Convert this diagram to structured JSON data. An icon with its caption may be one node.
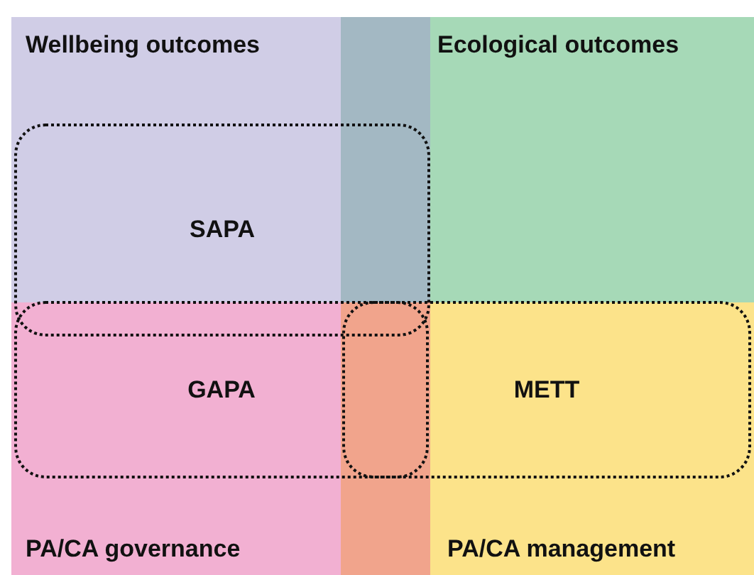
{
  "diagram": {
    "nodes": [
      {
        "text": [
          "Wellbeing outcomes"
        ]
      },
      {
        "text": [],
        "shape": "box"
      },
      {
        "text": [
          "Ecological outcomes"
        ]
      },
      {
        "text": [
          "SAPA"
        ]
      },
      {
        "text": [
          "GAPA"
        ]
      },
      {
        "text": [
          "METT"
        ]
      },
      {
        "text": [
          "PA/CA governance"
        ]
      },
      {
        "text": [],
        "shape": "box"
      },
      {
        "text": [
          "PA/CA management"
        ]
      }
    ]
  }
}
